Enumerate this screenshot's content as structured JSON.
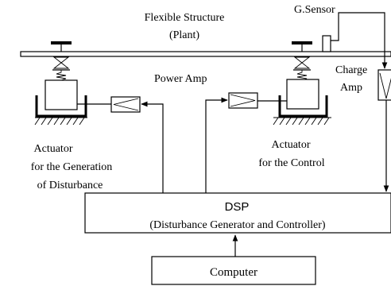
{
  "labels": {
    "structure_line1": "Flexible Structure",
    "structure_line2": "(Plant)",
    "sensor": "G.Sensor",
    "charge_amp_line1": "Charge",
    "charge_amp_line2": "Amp",
    "power_amp": "Power Amp",
    "actuator_left_line1": "Actuator",
    "actuator_left_line2": "for the Generation",
    "actuator_left_line3": "of Disturbance",
    "actuator_right_line1": "Actuator",
    "actuator_right_line2": "for the Control",
    "dsp_title": "DSP",
    "dsp_subtitle": "(Disturbance Generator and Controller)",
    "computer": "Computer"
  }
}
